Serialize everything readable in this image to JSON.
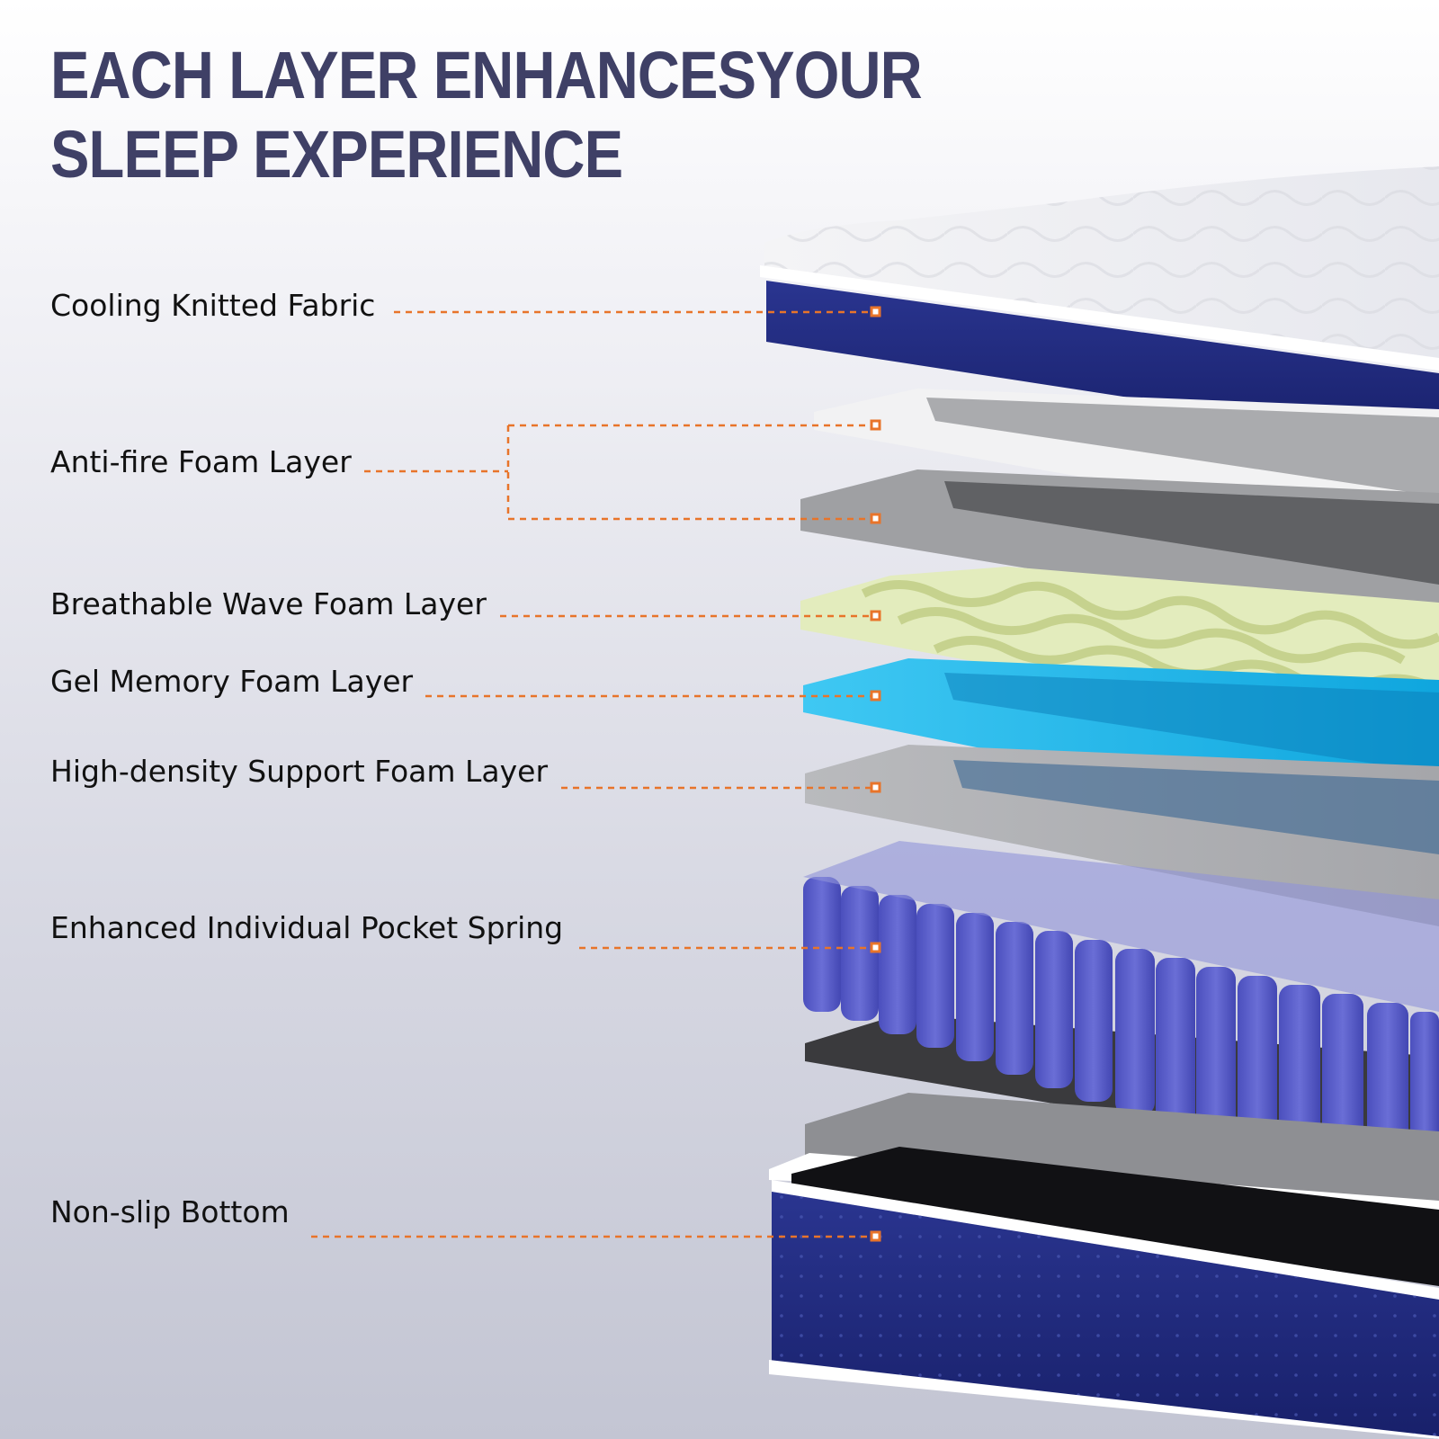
{
  "headline": {
    "line1": "EACH LAYER ENHANCESYOUR",
    "line2": "SLEEP EXPERIENCE"
  },
  "layers": [
    {
      "label": "Cooling Knitted Fabric"
    },
    {
      "label": "Anti-fire Foam Layer"
    },
    {
      "label": "Breathable Wave Foam Layer"
    },
    {
      "label": "Gel Memory Foam Layer"
    },
    {
      "label": "High-density Support Foam Layer"
    },
    {
      "label": "Enhanced Individual Pocket Spring"
    },
    {
      "label": "Non-slip Bottom"
    }
  ],
  "colors": {
    "headline": "#3f4066",
    "callout_line": "#e8742a",
    "navy_cover": "#1f2a7a",
    "spring": "#5b5fc7",
    "gel": "#17b6ea",
    "wave": "#e3ecbd"
  }
}
